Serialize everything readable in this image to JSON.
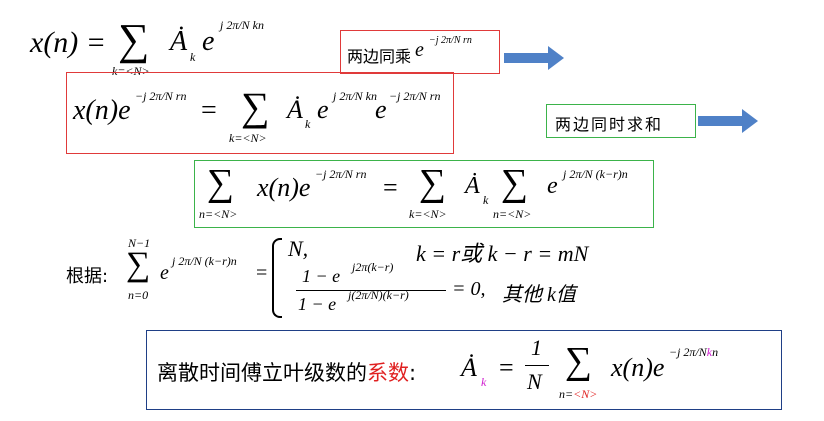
{
  "step1": {
    "lhs": "x(n) =",
    "sum": "∑",
    "sum_sub": "k=<N>",
    "term": "Ȧ",
    "term_sub": "k",
    "exp_base": "e",
    "exp": "j 2π/N kn"
  },
  "tag1": {
    "text": "两边同乘",
    "exp_base": "e",
    "exp": "−j 2π/N rn"
  },
  "step2": {
    "lhs": "x(n)e",
    "lhs_exp": "−j 2π/N rn",
    "eq": "=",
    "sum": "∑",
    "sum_sub": "k=<N>",
    "term": "Ȧ",
    "term_sub": "k",
    "e1": "e",
    "e1_exp": "j 2π/N kn",
    "e2": "e",
    "e2_exp": "−j 2π/N rn"
  },
  "tag2": {
    "text": "两边同时求和"
  },
  "step3": {
    "sum1": "∑",
    "sum1_sub": "n=<N>",
    "lhs": "x(n)e",
    "lhs_exp": "−j 2π/N rn",
    "eq": "=",
    "sum2": "∑",
    "sum2_sub": "k=<N>",
    "term": "Ȧ",
    "term_sub": "k",
    "sum3": "∑",
    "sum3_sub": "n=<N>",
    "e": "e",
    "e_exp": "j 2π/N (k−r)n"
  },
  "basis": {
    "label": "根据:",
    "sum": "∑",
    "sum_sup": "N−1",
    "sum_sub": "n=0",
    "e": "e",
    "e_exp": "j 2π/N (k−r)n",
    "eq": "=",
    "case1_val": "N,",
    "case1_cond": "k = r或 k − r = mN",
    "case2_num": "1 − e",
    "case2_num_exp": "j2π(k−r)",
    "case2_den": "1 − e",
    "case2_den_exp": "j(2π/N)(k−r)",
    "case2_val": "= 0,",
    "case2_cond": "其他 k值"
  },
  "result": {
    "label_black": "离散时间傅立叶级数的",
    "label_red": "系数",
    "colon": ":",
    "term": "Ȧ",
    "term_sub": "k",
    "eq": "=",
    "frac_num": "1",
    "frac_den": "N",
    "sum": "∑",
    "sum_sub_black": "n=",
    "sum_sub_red": "<N>",
    "rhs": "x(n)e",
    "rhs_exp_a": "−j 2π/N",
    "rhs_exp_k": "k",
    "rhs_exp_b": "n"
  },
  "colors": {
    "red_box": "#e03a3a",
    "green_box": "#3bb34a",
    "blue_box": "#1f3f86",
    "arrow": "#4f81c7",
    "highlight_red": "#e02020",
    "highlight_magenta": "#d020d0"
  }
}
